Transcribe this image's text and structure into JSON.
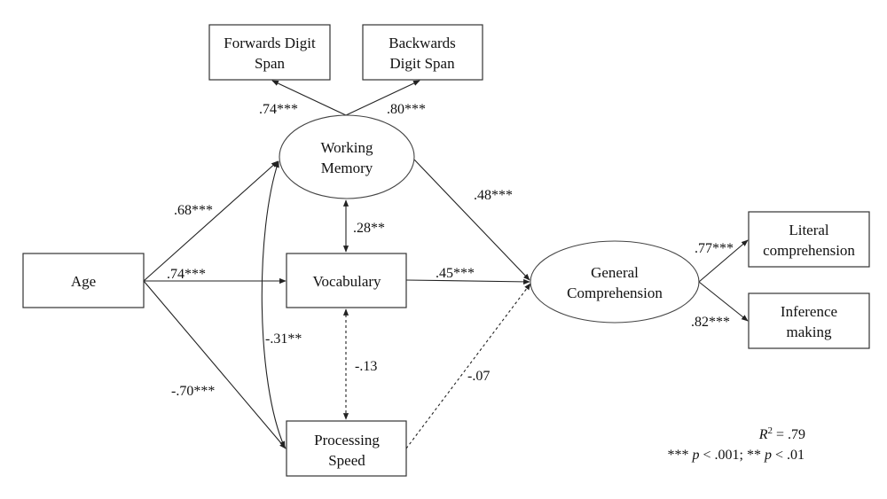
{
  "title": "Path model of age, working memory, vocabulary and processing speed on general comprehension",
  "nodes": {
    "fds": {
      "type": "observed",
      "lines": [
        "Forwards Digit",
        "Span"
      ]
    },
    "bds": {
      "type": "observed",
      "lines": [
        "Backwards",
        "Digit Span"
      ]
    },
    "wm": {
      "type": "latent",
      "lines": [
        "Working",
        "Memory"
      ]
    },
    "age": {
      "type": "observed",
      "lines": [
        "Age"
      ]
    },
    "voc": {
      "type": "observed",
      "lines": [
        "Vocabulary"
      ]
    },
    "ps": {
      "type": "observed",
      "lines": [
        "Processing",
        "Speed"
      ]
    },
    "gc": {
      "type": "latent",
      "lines": [
        "General",
        "Comprehension"
      ]
    },
    "lit": {
      "type": "observed",
      "lines": [
        "Literal",
        "comprehension"
      ]
    },
    "inf": {
      "type": "observed",
      "lines": [
        "Inference",
        "making"
      ]
    }
  },
  "paths": [
    {
      "from": "wm",
      "to": "fds",
      "label": ".74***",
      "style": "solid",
      "kind": "loading"
    },
    {
      "from": "wm",
      "to": "bds",
      "label": ".80***",
      "style": "solid",
      "kind": "loading"
    },
    {
      "from": "age",
      "to": "wm",
      "label": ".68***",
      "style": "solid",
      "kind": "regression"
    },
    {
      "from": "age",
      "to": "voc",
      "label": ".74***",
      "style": "solid",
      "kind": "regression"
    },
    {
      "from": "age",
      "to": "ps",
      "label": "-.70***",
      "style": "solid",
      "kind": "regression"
    },
    {
      "from": "wm",
      "to": "voc",
      "label": ".28**",
      "style": "solid",
      "kind": "covariance"
    },
    {
      "from": "wm",
      "to": "ps",
      "label": "-.31**",
      "style": "solid",
      "kind": "covariance"
    },
    {
      "from": "voc",
      "to": "ps",
      "label": "-.13",
      "style": "dashed",
      "kind": "covariance"
    },
    {
      "from": "wm",
      "to": "gc",
      "label": ".48***",
      "style": "solid",
      "kind": "regression"
    },
    {
      "from": "voc",
      "to": "gc",
      "label": ".45***",
      "style": "solid",
      "kind": "regression"
    },
    {
      "from": "ps",
      "to": "gc",
      "label": "-.07",
      "style": "dashed",
      "kind": "regression"
    },
    {
      "from": "gc",
      "to": "lit",
      "label": ".77***",
      "style": "solid",
      "kind": "loading"
    },
    {
      "from": "gc",
      "to": "inf",
      "label": ".82***",
      "style": "solid",
      "kind": "loading"
    }
  ],
  "notes": {
    "r2_symbol": "R",
    "r2_sup": "2",
    "r2_value": " = .79",
    "sig_stars1": "*** ",
    "sig_p1": "p",
    "sig_rest1": " < .001; ** ",
    "sig_p2": "p",
    "sig_rest2": " < .01"
  }
}
